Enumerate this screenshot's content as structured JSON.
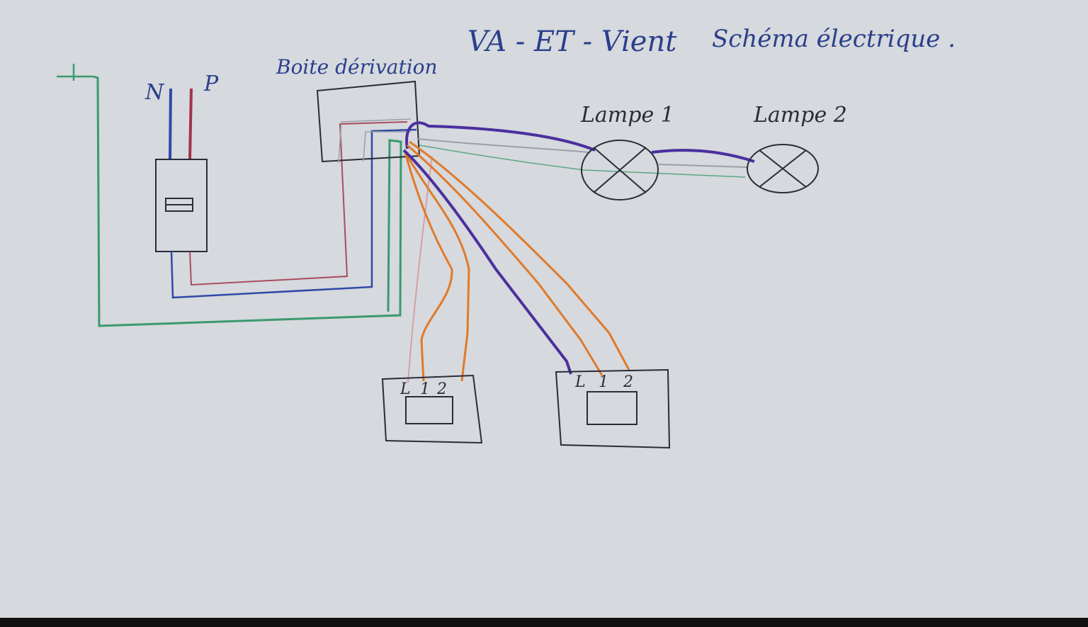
{
  "title": {
    "main": "VA - ET - Vient",
    "sub": "Schéma électrique ."
  },
  "labels": {
    "earth": "⏚",
    "neutral": "N",
    "phase": "P",
    "junction_box": "Boite dérivation",
    "lamp1": "Lampe 1",
    "lamp2": "Lampe 2",
    "switch_left_terminals": [
      "L",
      "1",
      "2"
    ],
    "switch_right_terminals": [
      "L",
      "1",
      "2"
    ]
  },
  "colors": {
    "paper": "#d6d9dd",
    "ink": "#2b2b3a",
    "title_ink": "#2a3f8c",
    "neutral_blue": "#2f49a8",
    "phase_red": "#a1344a",
    "earth_green": "#3a9a6e",
    "traveller_orange": "#e07a2a",
    "return_purple": "#4b2f9e",
    "pink": "#d89aa0",
    "grey": "#9aa0a8"
  }
}
